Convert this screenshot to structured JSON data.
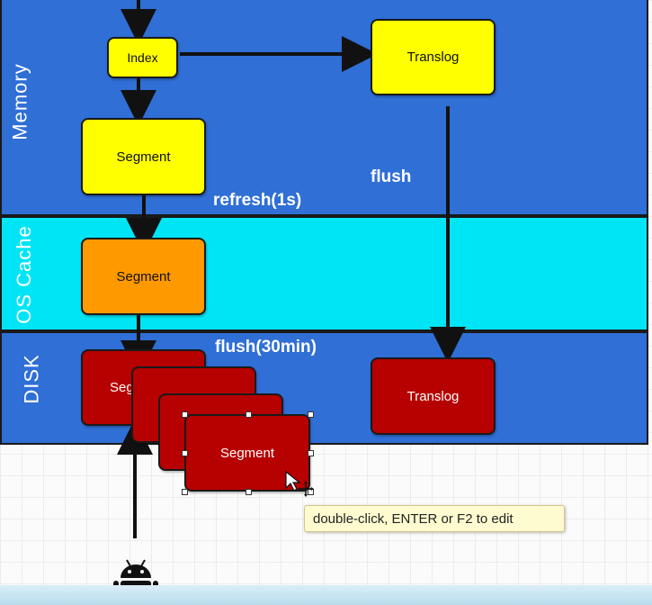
{
  "lanes": {
    "memory": "Memory",
    "os_cache": "OS Cache",
    "disk": "DISK"
  },
  "boxes": {
    "index": "Index",
    "translog_memory": "Translog",
    "segment_memory": "Segment",
    "segment_os_cache": "Segment",
    "segment_disk_1": "Segment",
    "segment_disk_selected": "Segment",
    "translog_disk": "Translog"
  },
  "edge_labels": {
    "flush": "flush",
    "refresh": "refresh(1s)",
    "flush_30min": "flush(30min)"
  },
  "tooltip": "double-click, ENTER or F2 to edit",
  "icons": [
    "android-icon",
    "move-cursor-icon"
  ],
  "colors": {
    "lane_blue": "#2f6fd6",
    "lane_cyan": "#00e5f5",
    "yellow": "#ffff00",
    "orange": "#ff9900",
    "red": "#b70000"
  }
}
